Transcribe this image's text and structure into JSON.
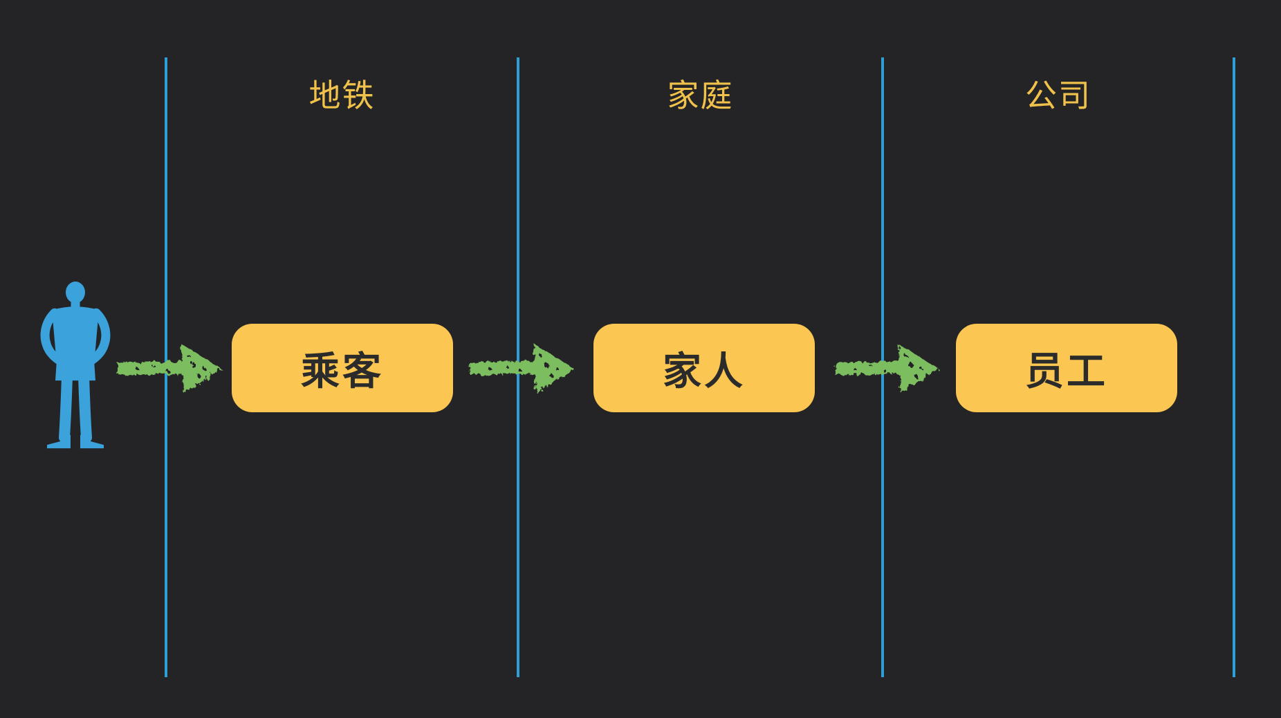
{
  "diagram": {
    "title": "role-swimlane-diagram",
    "background": "#242427",
    "lanes": [
      {
        "label": "地铁"
      },
      {
        "label": "家庭"
      },
      {
        "label": "公司"
      }
    ],
    "nodes": [
      {
        "label": "乘客",
        "lane": "地铁"
      },
      {
        "label": "家人",
        "lane": "家庭"
      },
      {
        "label": "员工",
        "lane": "公司"
      }
    ],
    "actor": {
      "description": "person-silhouette",
      "color": "#3BA2DB"
    },
    "flow": [
      {
        "from": "person",
        "to": "乘客"
      },
      {
        "from": "乘客",
        "to": "家人"
      },
      {
        "from": "家人",
        "to": "员工"
      }
    ],
    "colors": {
      "lane_divider": "#2E9ED9",
      "lane_label": "#F1C24B",
      "node_fill": "#FBC651",
      "node_text": "#2B2B2B",
      "arrow": "#7CBE5F"
    }
  }
}
